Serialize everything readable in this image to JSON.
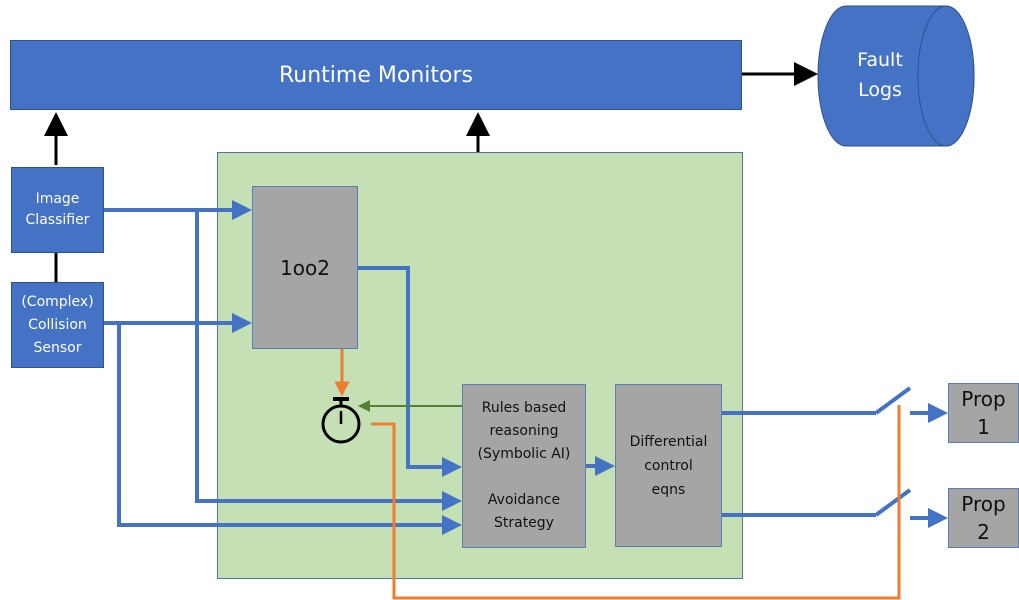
{
  "runtime_monitors": "Runtime Monitors",
  "fault_logs": "Fault\nLogs",
  "image_classifier": "Image\nClassifier",
  "collision_sensor": "(Complex)\nCollision\nSensor",
  "one_oo_two": "1oo2",
  "rules_block": "Rules based\nreasoning\n(Symbolic AI)\n\nAvoidance\nStrategy",
  "differential": "Differential\ncontrol\neqns",
  "prop1": "Prop\n1",
  "prop2": "Prop\n2",
  "colors": {
    "blue_wire": "#4472c4",
    "orange_wire": "#ed7d31",
    "green_wire": "#548235",
    "black_arrow": "#000000"
  },
  "icons": {
    "watchdog": "stopwatch-icon"
  }
}
